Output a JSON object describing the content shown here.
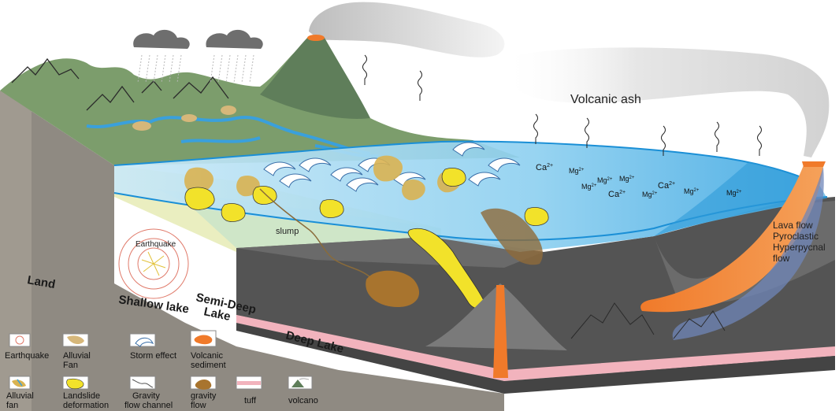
{
  "labels": {
    "volcanic_ash": "Volcanic ash",
    "slump": "slump",
    "earthquake": "Earthquake",
    "lava_flow": "Lava flow",
    "pyroclastic": "Pyroclastic",
    "hyperpycnal": "Hyperpycnal",
    "flow": "flow",
    "ca1": "Ca",
    "ca2": "Ca",
    "ca3": "Ca",
    "mg1": "Mg",
    "mg2": "Mg",
    "mg3": "Mg",
    "mg4": "Mg",
    "mg5": "Mg",
    "mg6": "Mg",
    "mg7": "Mg",
    "sup": "2+"
  },
  "zones": {
    "land": "Land",
    "shallow": "Shallow lake",
    "semi_deep_1": "Semi-Deep",
    "semi_deep_2": "Lake",
    "deep": "Deep Lake"
  },
  "legend": {
    "earthquake": "Earthquake",
    "alluvial_fan_a1": "Alluvial",
    "alluvial_fan_a2": "Fan",
    "storm": "Storm effect",
    "volcanic_sed1": "Volcanic",
    "volcanic_sed2": "sediment",
    "alluvial_fan_b1": "Alluvial",
    "alluvial_fan_b2": "fan",
    "landslide1": "Landslide",
    "landslide2": "deformation",
    "gravity_ch1": "Gravity",
    "gravity_ch2": "flow channel",
    "gravity_flow1": "gravity",
    "gravity_flow2": "flow",
    "tuff": "tuff",
    "volcano": "volcano"
  },
  "colors": {
    "mountain": "#7c9d6c",
    "lake": "#7fc8ec",
    "deep_water": "#3fa7e0",
    "land_face": "#8f8a82",
    "dark_block": "#545454",
    "lava": "#f07a2a",
    "landslide": "#f2e22a",
    "fan": "#d6b77a",
    "tuff": "#f2b3bd"
  }
}
